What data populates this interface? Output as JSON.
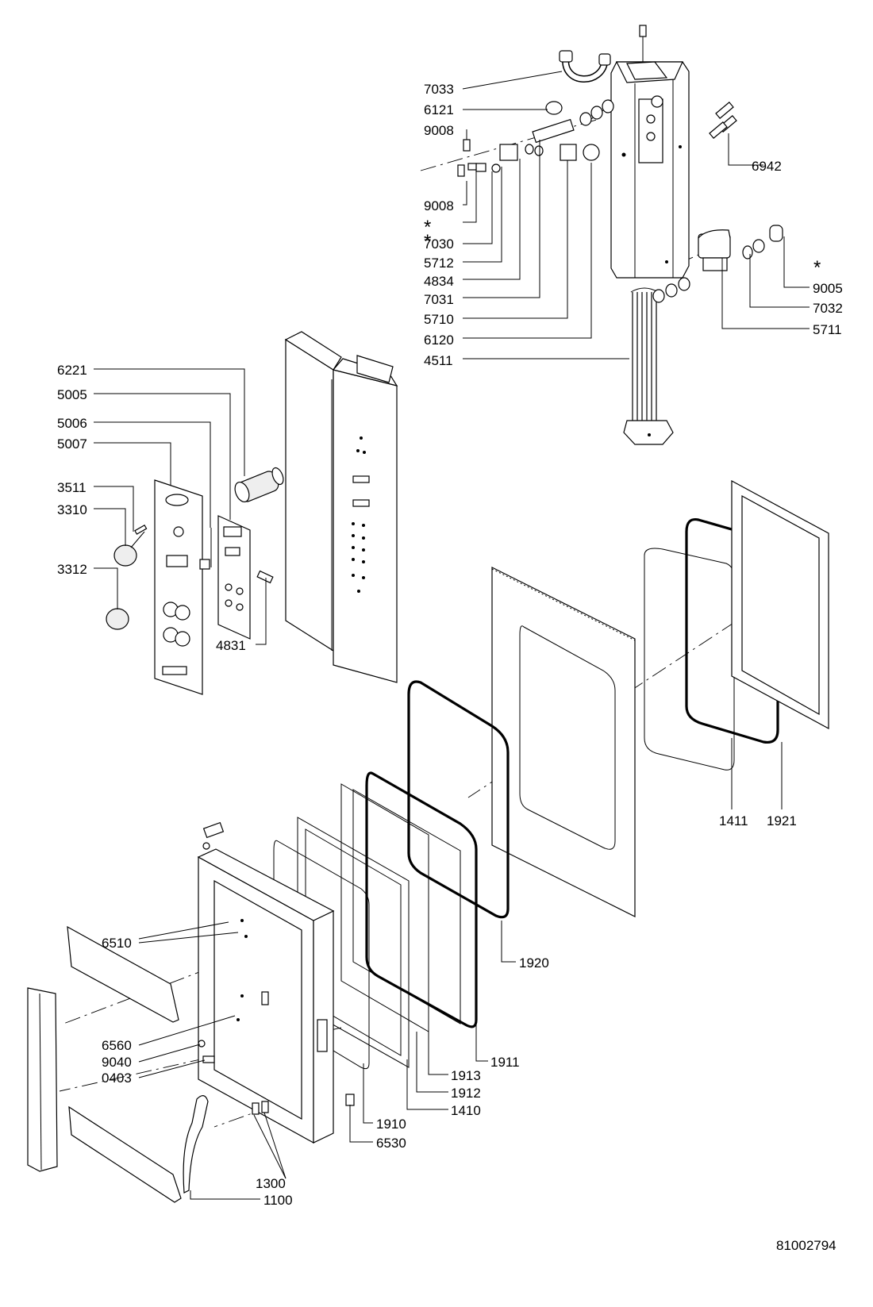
{
  "drawing_number": "81002794",
  "asterisk": "*",
  "labels": {
    "l7033": "7033",
    "l6121": "6121",
    "l9008a": "9008",
    "l9008b": "9008",
    "l7030": "7030",
    "l5712": "5712",
    "l4834": "4834",
    "l7031": "7031",
    "l5710": "5710",
    "l6120": "6120",
    "l4511": "4511",
    "l6942": "6942",
    "l9005": "9005",
    "l7032": "7032",
    "l5711": "5711",
    "l6221": "6221",
    "l5005": "5005",
    "l5006": "5006",
    "l5007": "5007",
    "l3511": "3511",
    "l3310": "3310",
    "l3312": "3312",
    "l4831": "4831",
    "l1411": "1411",
    "l1921": "1921",
    "l1920": "1920",
    "l6510": "6510",
    "l6560": "6560",
    "l9040": "9040",
    "l0403": "0403",
    "l1913": "1913",
    "l1911": "1911",
    "l1912": "1912",
    "l1410": "1410",
    "l1910": "1910",
    "l6530": "6530",
    "l1300": "1300",
    "l1100": "1100"
  }
}
